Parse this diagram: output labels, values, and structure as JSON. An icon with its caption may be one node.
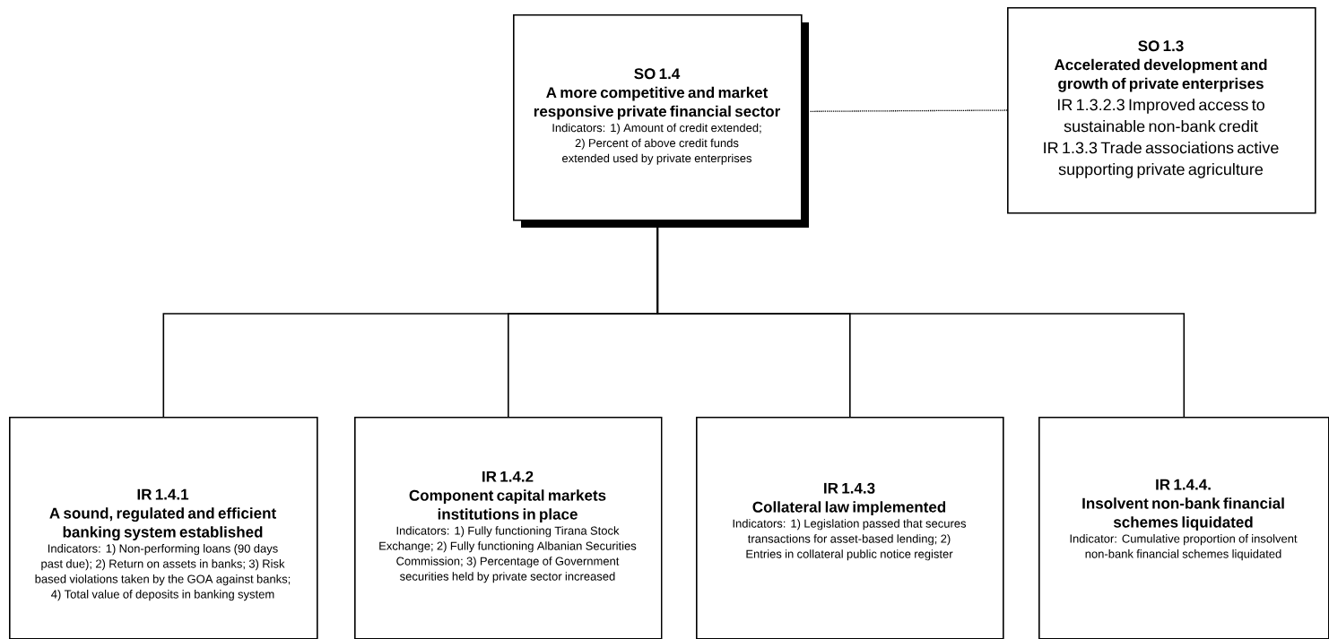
{
  "diagram": {
    "nodes": [
      {
        "text": [
          "SO 1.4",
          "A more competitive and market responsive private financial sector",
          "Indicators: 1) Amount of credit extended; 2) Percent of above credit funds extended used by private enterprises"
        ]
      },
      {
        "text": [
          "SO 1.3",
          "Accelerated development and growth of private enterprises",
          "IR 1.3.2.3 Improved access to sustainable non-bank credit",
          "IR 1.3.3 Trade associations active supporting private agriculture"
        ]
      },
      {
        "text": [
          "IR 1.4.1",
          "A sound, regulated and efficient banking system established",
          "Indicators: 1) Non-performing loans (90 days past due); 2) Return on assets in banks; 3) Risk based violations taken by the GOA against banks; 4) Total value of deposits in banking system"
        ]
      },
      {
        "text": [
          "IR 1.4.2",
          "Component capital markets institutions in place",
          "Indicators: 1) Fully functioning Tirana Stock Exchange; 2) Fully functioning Albanian Securities Commission; 3) Percentage of Government securities held by private sector increased"
        ]
      },
      {
        "text": [
          "IR 1.4.3",
          "Collateral law implemented",
          "Indicators: 1) Legislation passed that secures transactions for asset-based lending; 2) Entries in collateral public notice register"
        ]
      },
      {
        "text": [
          "IR 1.4.4.",
          "Insolvent non-bank financial schemes liquidated",
          "Indicator: Cumulative proportion of insolvent non-bank financial schemes liquidated"
        ]
      }
    ],
    "edges": [
      {
        "from": 0,
        "to": 1,
        "arrow": "none",
        "style": "dashed"
      },
      {
        "from": 0,
        "to": 2,
        "arrow": "none"
      },
      {
        "from": 0,
        "to": 3,
        "arrow": "none"
      },
      {
        "from": 0,
        "to": 4,
        "arrow": "none"
      },
      {
        "from": 0,
        "to": 5,
        "arrow": "none"
      }
    ]
  }
}
